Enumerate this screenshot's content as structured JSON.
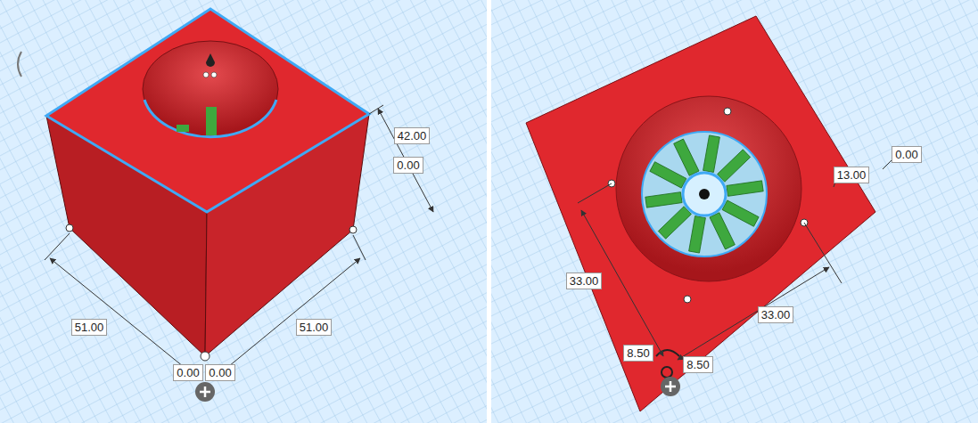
{
  "diagram": {
    "labels": [
      "51.00",
      "51.00",
      "42.00",
      "0.00",
      "0.00",
      "0.00",
      "0.00",
      "13.00",
      "33.00",
      "33.00",
      "8.50",
      "8.50"
    ]
  }
}
